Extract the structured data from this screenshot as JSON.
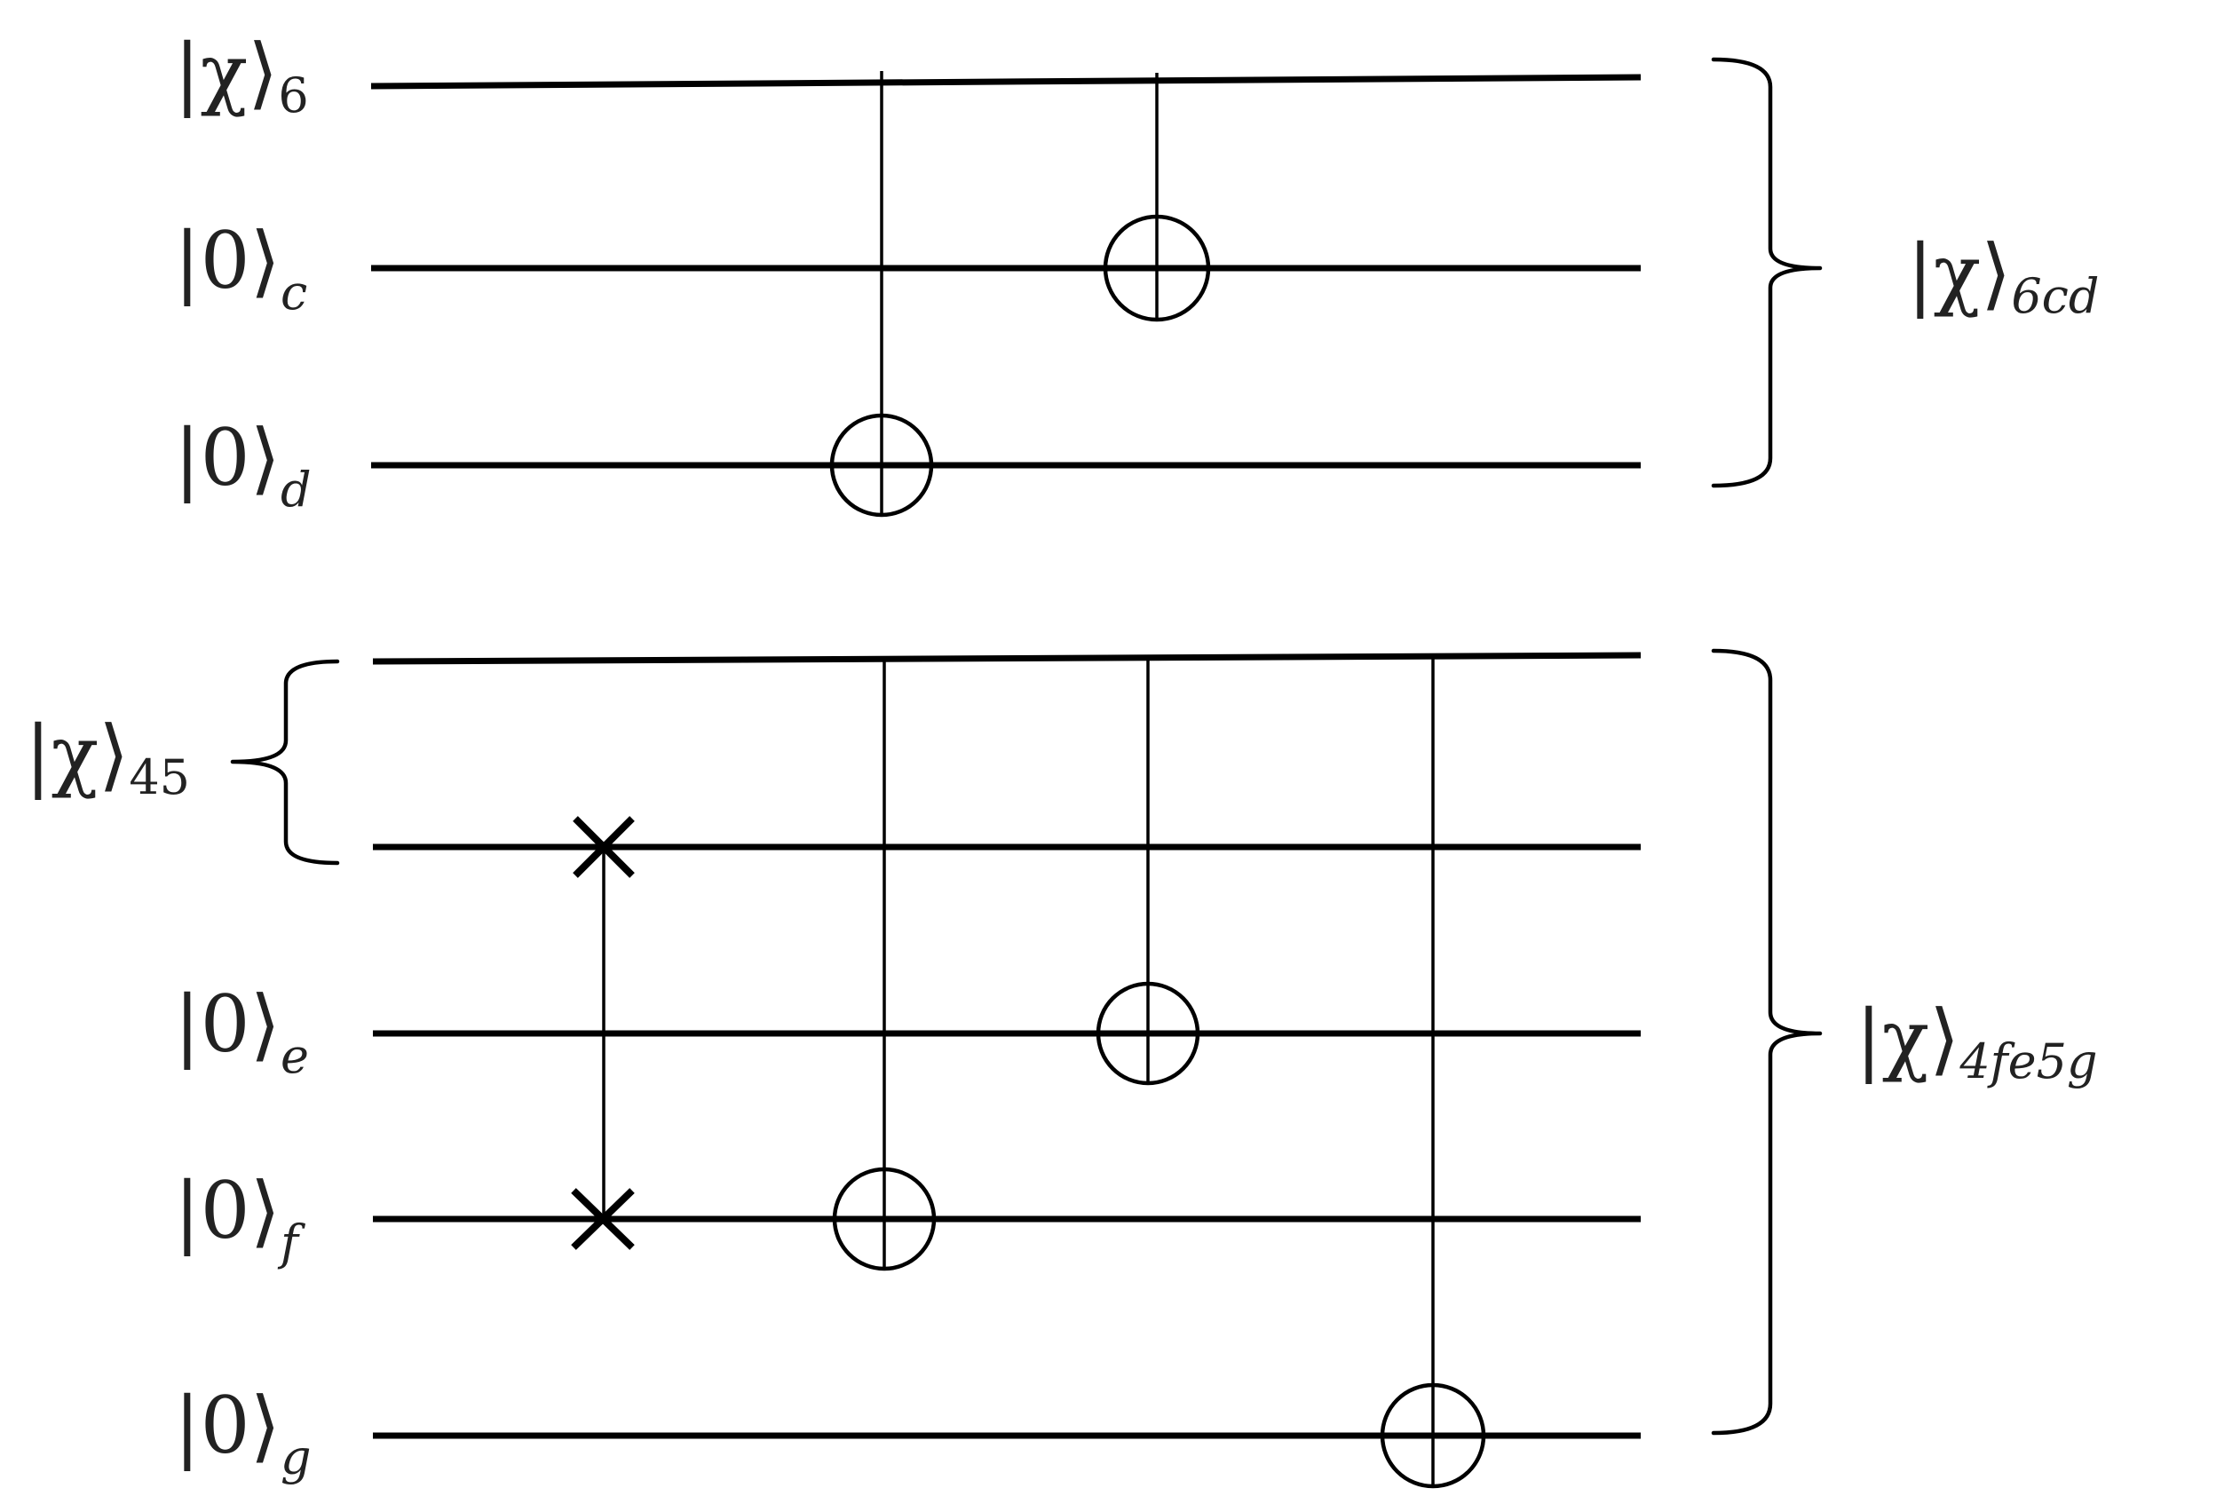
{
  "diagram": {
    "input_labels": [
      {
        "id": "q6",
        "ket": "χ",
        "sub": "6"
      },
      {
        "id": "c",
        "ket": "0",
        "sub": "c"
      },
      {
        "id": "d",
        "ket": "0",
        "sub": "d"
      },
      {
        "id": "q45",
        "ket": "χ",
        "sub": "45"
      },
      {
        "id": "e",
        "ket": "0",
        "sub": "e"
      },
      {
        "id": "f",
        "ket": "0",
        "sub": "f"
      },
      {
        "id": "g",
        "ket": "0",
        "sub": "g"
      }
    ],
    "output_labels": [
      {
        "id": "out-6cd",
        "ket": "χ",
        "sub": "6cd"
      },
      {
        "id": "out-4fe5g",
        "ket": "χ",
        "sub": "4fe5g"
      }
    ],
    "gates": [
      {
        "type": "cnot",
        "control": 0,
        "target": 2
      },
      {
        "type": "cnot",
        "control": 0,
        "target": 1
      },
      {
        "type": "swap",
        "qubits": [
          4,
          7
        ]
      },
      {
        "type": "cnot",
        "control": 3,
        "target": 7
      },
      {
        "type": "cnot",
        "control": 3,
        "target": 6
      },
      {
        "type": "cnot",
        "control": 3,
        "target": 8
      }
    ]
  }
}
